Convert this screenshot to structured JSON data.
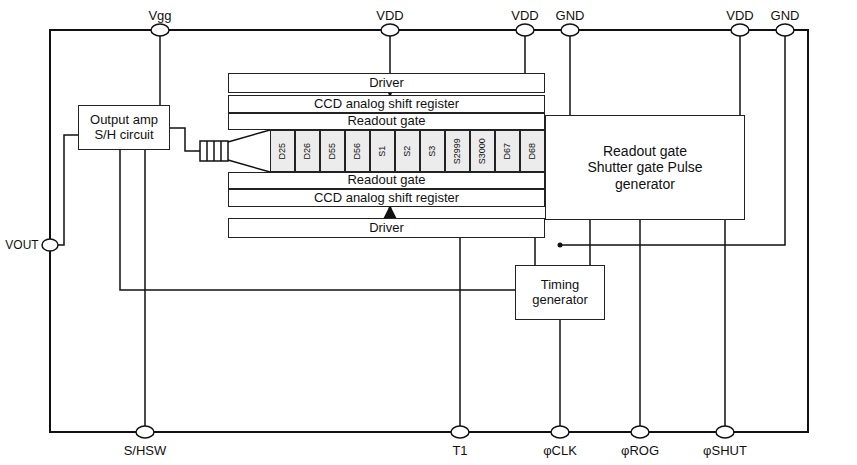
{
  "diagram": {
    "nodes": [
      {
        "text": [
          "Driver"
        ]
      },
      {
        "text": [
          "CCD analog shift register"
        ]
      },
      {
        "text": [
          "Readout gate"
        ]
      },
      {
        "text": [
          "D25"
        ]
      },
      {
        "text": [
          "D26"
        ]
      },
      {
        "text": [
          "D55"
        ]
      },
      {
        "text": [
          "D56"
        ]
      },
      {
        "text": [
          "S1"
        ]
      },
      {
        "text": [
          "S2"
        ]
      },
      {
        "text": [
          "S3"
        ]
      },
      {
        "text": [
          "S2999"
        ]
      },
      {
        "text": [
          "S3000"
        ]
      },
      {
        "text": [
          "D67"
        ]
      },
      {
        "text": [
          "D68"
        ]
      },
      {
        "text": [
          "Readout gate"
        ]
      },
      {
        "text": [
          "CCD analog shift register"
        ]
      },
      {
        "text": [
          "Driver"
        ]
      },
      {
        "text": [
          "Output amp S/H circuit"
        ]
      },
      {
        "text": [
          "Readout gate Shutter gate Pulse generator"
        ]
      },
      {
        "text": [
          "Timing generator"
        ]
      }
    ],
    "edges": [
      {
        "from": 0,
        "to": 1,
        "arrow": "to"
      },
      {
        "from": 16,
        "to": 15,
        "arrow": "to"
      },
      {
        "from": 19,
        "to": 16,
        "arrow": "none"
      },
      {
        "from": 19,
        "to": 18,
        "arrow": "none"
      },
      {
        "from": 19,
        "to": 17,
        "arrow": "none"
      }
    ],
    "labels": [
      "Vgg",
      "VDD",
      "VDD",
      "GND",
      "VDD",
      "GND",
      "VOUT",
      "S/HSW",
      "T1",
      "φCLK",
      "φROG",
      "φSHUT"
    ]
  }
}
